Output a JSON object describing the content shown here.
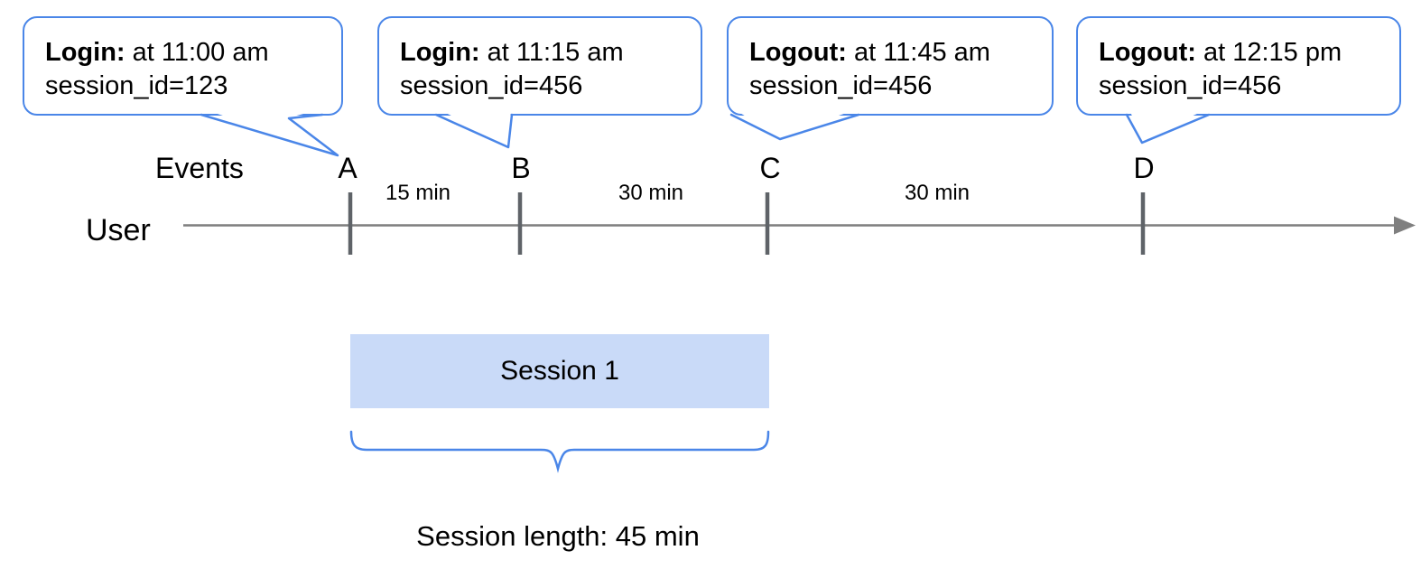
{
  "colors": {
    "accent_blue": "#4a86e8",
    "session_fill": "#c9daf8",
    "timeline_gray": "#7f7f7f",
    "tick_gray": "#5f6368",
    "text_black": "#000000"
  },
  "callouts": [
    {
      "event": "Login:",
      "detail": " at 11:00 am",
      "session": "session_id=123",
      "marker": "A"
    },
    {
      "event": "Login:",
      "detail": " at 11:15 am",
      "session": "session_id=456",
      "marker": "B"
    },
    {
      "event": "Logout:",
      "detail": " at 11:45 am",
      "session": "session_id=456",
      "marker": "C"
    },
    {
      "event": "Logout:",
      "detail": " at 12:15 pm",
      "session": "session_id=456",
      "marker": "D"
    }
  ],
  "timeline": {
    "axis_label": "User",
    "events_label": "Events",
    "markers": [
      "A",
      "B",
      "C",
      "D"
    ],
    "intervals": [
      "15 min",
      "30 min",
      "30 min"
    ]
  },
  "session": {
    "label": "Session 1",
    "length_label": "Session length: 45 min"
  }
}
